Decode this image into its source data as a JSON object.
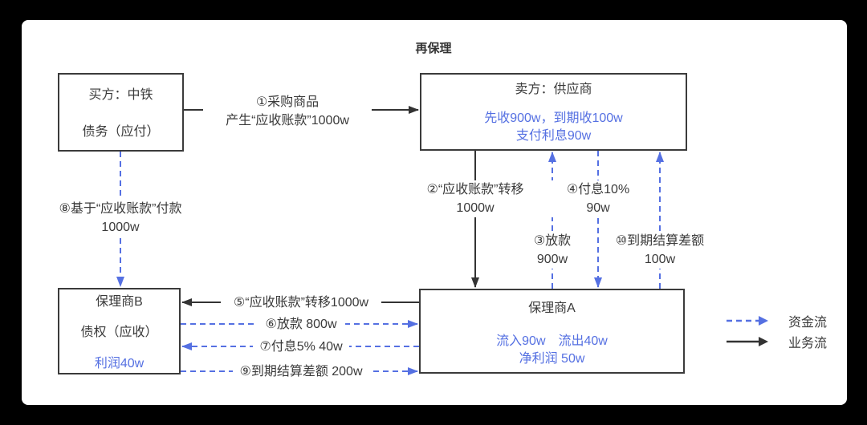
{
  "title": "再保理",
  "colors": {
    "money_flow_blue": "#5570e2",
    "business_flow_black": "#333333",
    "canvas_bg": "#ffffff",
    "frame_bg": "#000000"
  },
  "boxes": {
    "buyer": {
      "line1": "买方：中铁",
      "line2": "债务（应付）"
    },
    "seller": {
      "title": "卖方：供应商",
      "note1": "先收900w，到期收100w",
      "note2": "支付利息90w"
    },
    "factor_b": {
      "title": "保理商B",
      "line2": "债权（应收）",
      "note": "利润40w"
    },
    "factor_a": {
      "title": "保理商A",
      "note1": "流入90w　流出40w",
      "note2": "净利润 50w"
    }
  },
  "edges": {
    "e1": {
      "line1": "①采购商品",
      "line2": "产生“应收账款”1000w"
    },
    "e2": {
      "line1": "②“应收账款”转移",
      "line2": "1000w"
    },
    "e3": {
      "line1": "③放款",
      "line2": "900w"
    },
    "e4": {
      "line1": "④付息10%",
      "line2": "90w"
    },
    "e5": {
      "label": "⑤“应收账款”转移1000w"
    },
    "e6": {
      "label": "⑥放款 800w"
    },
    "e7": {
      "label": "⑦付息5% 40w"
    },
    "e8": {
      "line1": "⑧基于“应收账款”付款",
      "line2": "1000w"
    },
    "e9": {
      "label": "⑨到期结算差额 200w"
    },
    "e10": {
      "line1": "⑩到期结算差额",
      "line2": "100w"
    }
  },
  "legend": {
    "money": "资金流",
    "business": "业务流"
  }
}
